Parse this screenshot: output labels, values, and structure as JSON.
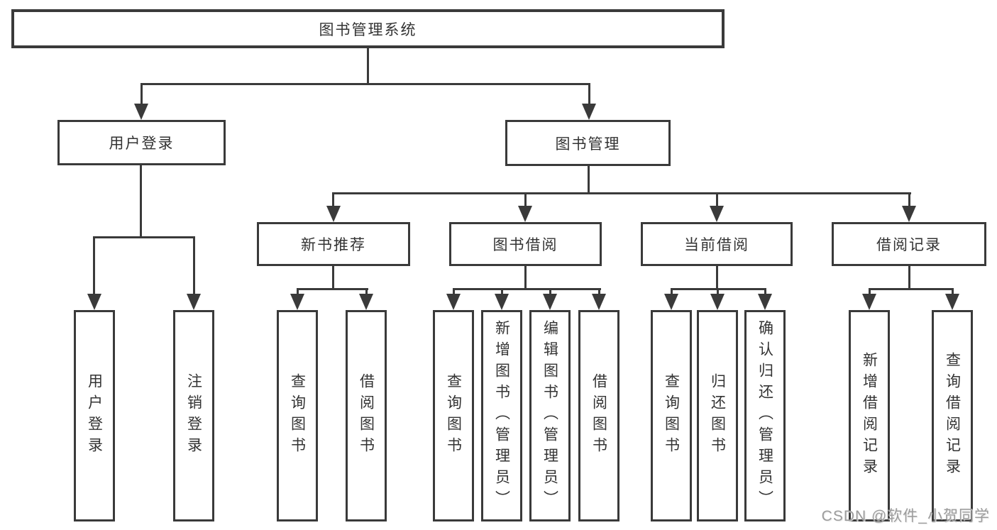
{
  "tree": {
    "root": "图书管理系统",
    "user_login": {
      "label": "用户登录",
      "children": [
        "用户登录",
        "注销登录"
      ]
    },
    "book_mgmt": {
      "label": "图书管理",
      "sections": [
        {
          "label": "新书推荐",
          "children": [
            "查询图书",
            "借阅图书"
          ]
        },
        {
          "label": "图书借阅",
          "children": [
            "查询图书",
            "新增图书（管理员）",
            "编辑图书（管理员）",
            "借阅图书"
          ]
        },
        {
          "label": "当前借阅",
          "children": [
            "查询图书",
            "归还图书",
            "确认归还（管理员）"
          ]
        },
        {
          "label": "借阅记录",
          "children": [
            "新增借阅记录",
            "查询借阅记录"
          ]
        }
      ]
    }
  },
  "watermark": {
    "text": "CSDN @软件_小贺同学"
  },
  "colors": {
    "line": "#3a3a3a",
    "text": "#333333",
    "watermark": "#9c9c9c"
  }
}
